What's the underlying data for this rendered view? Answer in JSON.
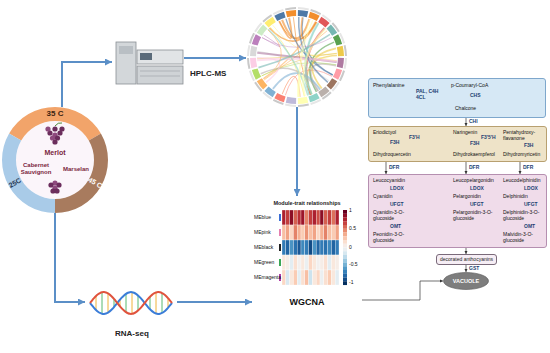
{
  "diagram": {
    "nodes": [
      {
        "text": [
          "35 C",
          "45 C",
          "25C",
          "Merlot",
          "Cabernet Sauvignon",
          "Marselan"
        ]
      },
      {
        "text": [
          "HPLC-MS"
        ]
      },
      {
        "text": [
          "RNA-seq"
        ]
      },
      {
        "text": [
          "Module-trait relationships",
          "WGCNA"
        ]
      },
      {
        "text": [
          "Phenylalanine",
          "PAL, C4H",
          "4CL",
          "p-Coumaryl-CoA",
          "CHS",
          "Chalcone"
        ]
      },
      {
        "text": [
          "Eriodictyol",
          "F3'H",
          "Naringenin",
          "F3'5'H",
          "Pentahydroxy-flavanone",
          "F3H",
          "F3H",
          "F3H",
          "Dihydroquercetin",
          "Dihydrokaempferol",
          "Dihydromyricetin"
        ]
      },
      {
        "text": [
          "Leucocyanidin",
          "Leucopelargonidin",
          "Leucodelphinidin",
          "LDOX",
          "LDOX",
          "LDOX",
          "Cyanidin",
          "Pelargonidin",
          "Delphinidin",
          "UFGT",
          "UFGT",
          "UFGT",
          "Cyanidin-3-O-glucoside",
          "Pelargonidin-3-O-glucoside",
          "Delphinidin-3-O-glucoside",
          "OMT",
          "OMT",
          "Peonidin-3-O-glucoside",
          "Malvidin-3-O-glucoside"
        ]
      },
      {
        "text": [
          "decorated anthocyanins"
        ]
      },
      {
        "text": [
          "VACUOLE"
        ]
      }
    ],
    "edges": [
      {
        "from": 0,
        "to": 1,
        "arrow": "to"
      },
      {
        "from": 0,
        "to": 2,
        "arrow": "to"
      },
      {
        "from": 2,
        "to": 3,
        "arrow": "to"
      },
      {
        "from": 4,
        "to": 5,
        "label": "CHI",
        "arrow": "to"
      },
      {
        "from": 5,
        "to": 6,
        "label": "DFR",
        "arrow": "to"
      },
      {
        "from": 5,
        "to": 6,
        "label": "DFR",
        "arrow": "to"
      },
      {
        "from": 5,
        "to": 6,
        "label": "DFR",
        "arrow": "to"
      },
      {
        "from": 6,
        "to": 7,
        "arrow": "to"
      },
      {
        "from": 7,
        "to": 8,
        "label": "GST",
        "arrow": "to"
      },
      {
        "from": 3,
        "to": 8,
        "arrow": "to"
      }
    ],
    "labels": [
      "MEblue",
      "MEpink",
      "MEblack",
      "MEgreen",
      "MEmagenta",
      "1",
      "0.5",
      "0",
      "-0.5",
      "-1"
    ]
  }
}
